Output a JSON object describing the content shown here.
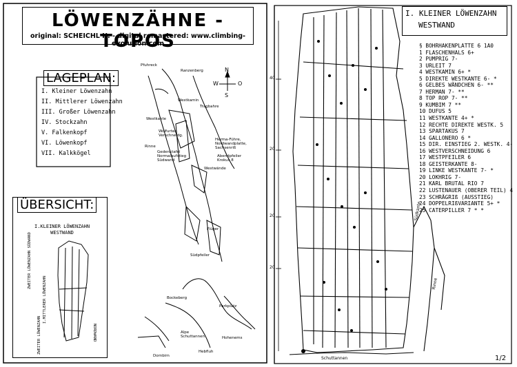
{
  "title": "LÖWENZÄHNE - TOPOS",
  "subtitle": "original: SCHEICHL H. - digital remastered: www.climbing-evolution.com",
  "lageplan": {
    "title": "LAGEPLAN:",
    "items": [
      "I. Kleiner Löwenzahn",
      "II. Mittlerer Löwenzahn",
      "III. Großer Löwenzahn",
      "IV. Stockzahn",
      "V. Falkenkopf",
      "VI. Löwenkopf",
      "VII. Kalkkögel"
    ]
  },
  "map_labels": {
    "pfuhreck": "Pfuhreck",
    "ranzenberg": "Ranzenberg",
    "westkamin": "Westkamin",
    "tragbahre": "Tragbahre",
    "westkante": "Westkante",
    "wolfurter": "Wolfurter-\nVerschneidg.",
    "hermaFuehre": "Herma-Führe,\nNordwandplatte,\nSachsenriß",
    "rinne": "Rinne",
    "gedenktafel": "Gedenktafel\nNormalaufstieg\nSüdwand",
    "abendpfeiler": "Abendpfeiler\nKrokus 8",
    "westwaende": "Westwände",
    "flueger": "Flüger",
    "suedpfeiler": "Südpfeiler",
    "bockeberg": "Bockeberg",
    "parkplatz": "Parkplatz",
    "alpe": "Alpe\nSchuttannen",
    "hohenems": "Hohenems",
    "hebfluh": "Hebfluh",
    "dornbirn": "Dornbirn"
  },
  "compass": {
    "n": "N",
    "s": "S",
    "w": "W",
    "o": "O"
  },
  "uebersicht": {
    "title": "ÜBERSICHT:",
    "label": "I.KLEINER LÖWENZAHN\nWESTWAND",
    "side_labels": [
      "ZWEITER LÖWENZAHN SÜDWAND",
      "I.MITTLERER LÖWENZAHN",
      "NORDWAND",
      "ZWEITER LÖWENZAHN"
    ]
  },
  "topo": {
    "title_line1": "I. KLEINER LÖWENZAHN",
    "title_line2": "WESTWAND",
    "scale_marks": [
      "40",
      "20",
      "20",
      "20"
    ],
    "labels": {
      "suedkante": "Südkante",
      "rinne": "Rinne",
      "schuttannen": "Schuttannen"
    },
    "routes": [
      "§ BOHRHAKENPLATTE 6 1A0",
      "1 FLASCHENHALS 6+",
      "2 PUMPRIG 7-",
      "3 URLEIT 7",
      "4 WESTKAMIN 6+ *",
      "5 DIREKTE WESTKANTE 6- *",
      "6 GELBES WÄNDCHEN 6- **",
      "7 HERMAN 7- **",
      "8 TOP ROP 7- **",
      "9 KUMBIM 7 **",
      "10 DUFUS 5",
      "11 WESTKANTE 4+ *",
      "12 RECHTE DIREKTE WESTK. 5",
      "13 SPARTAKUS 7",
      "14 GALLONERO 6 *",
      "15 DIR. EINSTIEG 2. WESTK. 4-",
      "16 WESTVERSCHNEIDUNG 6",
      "17 WESTPFEILER 6",
      "18 GEISTERKANTE 8-",
      "19 LINKE WESTKANTE 7- *",
      "20 LOKHRIG 7-",
      "21 KARL BRUTAL RIO 7",
      "22 LUSTENAUER (OBERER TEIL) 4",
      "23 SCHRÄGRIß (AUSSTIEG)",
      "24 DOPPELRIßVARIANTE 5+ *",
      "25 CATERPILLER 7 * *"
    ]
  },
  "page_number": "1/2"
}
